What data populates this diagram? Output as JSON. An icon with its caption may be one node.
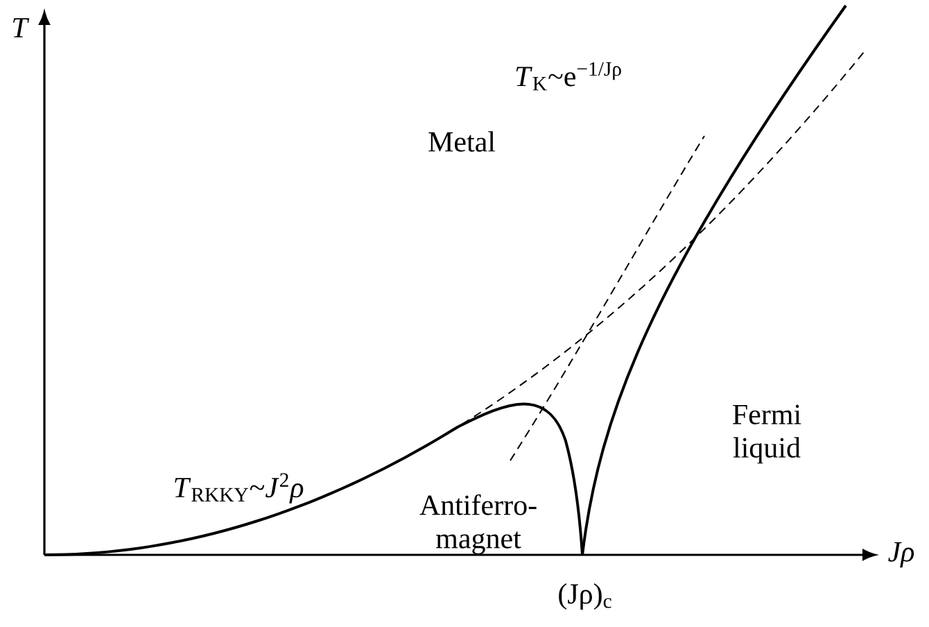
{
  "diagram": {
    "labels": [
      "T",
      "*T*$_{K}$~e$^{−1/Jρ}$",
      "Metal",
      "*T*$_{RKKY}$~*J*$^{2}$*ρ*",
      "Fermi liquid",
      "Antiferro-magnet",
      "Jρ",
      "(Jρ)$_{c}$"
    ]
  }
}
